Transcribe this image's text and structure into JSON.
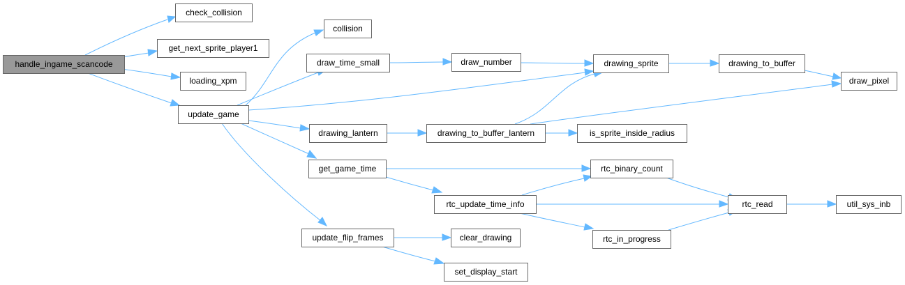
{
  "diagram": {
    "type": "call-graph",
    "root": "handle_ingame_scancode",
    "nodes": [
      {
        "id": "handle_ingame_scancode",
        "label": "handle_ingame_scancode"
      },
      {
        "id": "check_collision",
        "label": "check_collision"
      },
      {
        "id": "get_next_sprite_player1",
        "label": "get_next_sprite_player1"
      },
      {
        "id": "loading_xpm",
        "label": "loading_xpm"
      },
      {
        "id": "update_game",
        "label": "update_game"
      },
      {
        "id": "collision",
        "label": "collision"
      },
      {
        "id": "draw_time_small",
        "label": "draw_time_small"
      },
      {
        "id": "draw_number",
        "label": "draw_number"
      },
      {
        "id": "drawing_sprite",
        "label": "drawing_sprite"
      },
      {
        "id": "drawing_to_buffer",
        "label": "drawing_to_buffer"
      },
      {
        "id": "draw_pixel",
        "label": "draw_pixel"
      },
      {
        "id": "drawing_lantern",
        "label": "drawing_lantern"
      },
      {
        "id": "drawing_to_buffer_lantern",
        "label": "drawing_to_buffer_lantern"
      },
      {
        "id": "is_sprite_inside_radius",
        "label": "is_sprite_inside_radius"
      },
      {
        "id": "get_game_time",
        "label": "get_game_time"
      },
      {
        "id": "rtc_binary_count",
        "label": "rtc_binary_count"
      },
      {
        "id": "rtc_update_time_info",
        "label": "rtc_update_time_info"
      },
      {
        "id": "rtc_read",
        "label": "rtc_read"
      },
      {
        "id": "util_sys_inb",
        "label": "util_sys_inb"
      },
      {
        "id": "rtc_in_progress",
        "label": "rtc_in_progress"
      },
      {
        "id": "update_flip_frames",
        "label": "update_flip_frames"
      },
      {
        "id": "clear_drawing",
        "label": "clear_drawing"
      },
      {
        "id": "set_display_start",
        "label": "set_display_start"
      }
    ],
    "edges": [
      [
        "handle_ingame_scancode",
        "check_collision"
      ],
      [
        "handle_ingame_scancode",
        "get_next_sprite_player1"
      ],
      [
        "handle_ingame_scancode",
        "loading_xpm"
      ],
      [
        "handle_ingame_scancode",
        "update_game"
      ],
      [
        "update_game",
        "collision"
      ],
      [
        "update_game",
        "draw_time_small"
      ],
      [
        "update_game",
        "drawing_sprite"
      ],
      [
        "update_game",
        "drawing_lantern"
      ],
      [
        "update_game",
        "get_game_time"
      ],
      [
        "update_game",
        "update_flip_frames"
      ],
      [
        "draw_time_small",
        "draw_number"
      ],
      [
        "draw_number",
        "drawing_sprite"
      ],
      [
        "drawing_sprite",
        "drawing_to_buffer"
      ],
      [
        "drawing_to_buffer",
        "draw_pixel"
      ],
      [
        "drawing_lantern",
        "drawing_to_buffer_lantern"
      ],
      [
        "drawing_to_buffer_lantern",
        "drawing_sprite"
      ],
      [
        "drawing_to_buffer_lantern",
        "draw_pixel"
      ],
      [
        "drawing_to_buffer_lantern",
        "is_sprite_inside_radius"
      ],
      [
        "get_game_time",
        "rtc_binary_count"
      ],
      [
        "get_game_time",
        "rtc_update_time_info"
      ],
      [
        "rtc_update_time_info",
        "rtc_binary_count"
      ],
      [
        "rtc_update_time_info",
        "rtc_read"
      ],
      [
        "rtc_update_time_info",
        "rtc_in_progress"
      ],
      [
        "rtc_binary_count",
        "rtc_read"
      ],
      [
        "rtc_in_progress",
        "rtc_read"
      ],
      [
        "rtc_read",
        "util_sys_inb"
      ],
      [
        "update_flip_frames",
        "clear_drawing"
      ],
      [
        "update_flip_frames",
        "set_display_start"
      ]
    ],
    "colors": {
      "root_fill": "#999999",
      "node_fill": "#ffffff",
      "node_border": "#666666",
      "edge": "#63b8ff"
    }
  }
}
